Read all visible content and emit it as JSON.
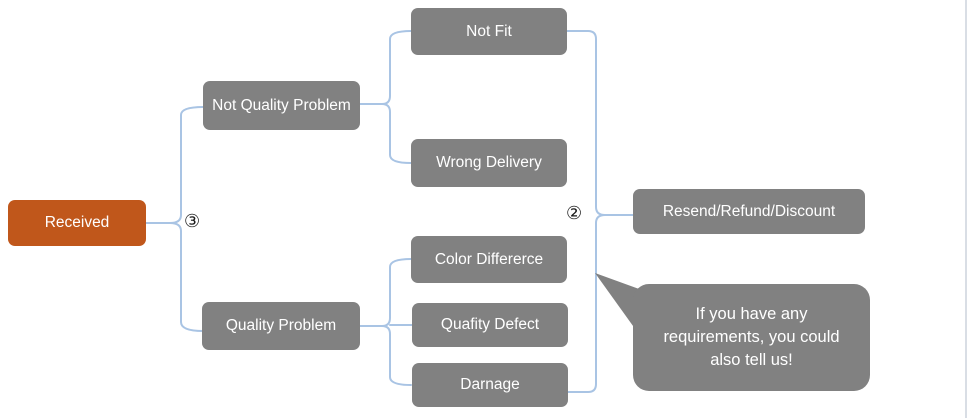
{
  "colors": {
    "accent_orange": "#C0571B",
    "node_gray": "#818181",
    "connector_blue": "#A9C4E4",
    "edge_line": "#D9DEE5",
    "node_text": "#FFFFFF",
    "marker_black": "#1A1A1A"
  },
  "nodes": {
    "received": "Received",
    "not_quality_problem": "Not Quality Problem",
    "quality_problem": "Quality Problem",
    "not_fit": "Not Fit",
    "wrong_delivery": "Wrong Delivery",
    "color_differerce": "Color Differerce",
    "quafity_defect": "Quafity Defect",
    "darnage": "Darnage",
    "resend_refund_discount": "Resend/Refund/Discount"
  },
  "markers": {
    "split_left": "③",
    "merge_right": "②"
  },
  "callout": {
    "lines": [
      "If you have any",
      "requirements, you could",
      "also tell us!"
    ]
  }
}
